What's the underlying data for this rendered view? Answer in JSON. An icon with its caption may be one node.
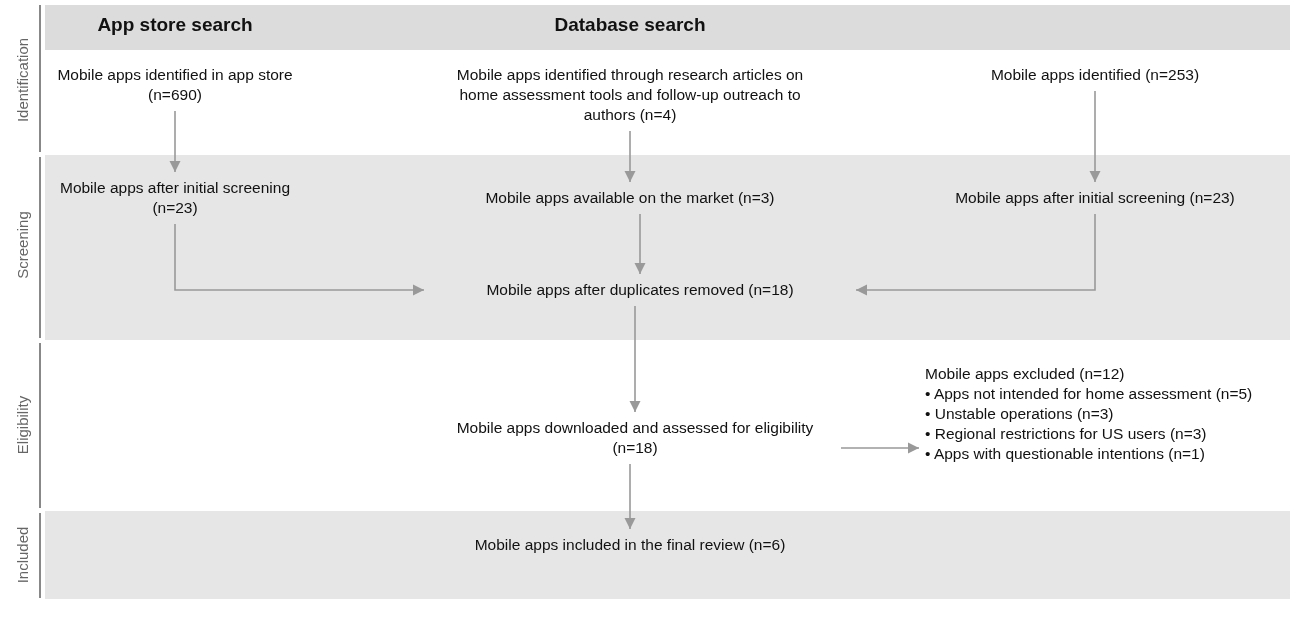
{
  "diagram": {
    "nodes": [
      {
        "text": [
          "Mobile apps identified in app store (n=690)"
        ]
      },
      {
        "text": [
          "Mobile apps identified through research articles on home assessment tools and follow-up outreach to authors (n=4)"
        ]
      },
      {
        "text": [
          "Mobile apps identified (n=253)"
        ]
      },
      {
        "text": [
          "Mobile apps after initial screening (n=23)"
        ]
      },
      {
        "text": [
          "Mobile apps available on the market (n=3)"
        ]
      },
      {
        "text": [
          "Mobile apps after initial screening (n=23)"
        ]
      },
      {
        "text": [
          "Mobile apps after duplicates removed (n=18)"
        ]
      },
      {
        "text": [
          "Mobile apps downloaded and assessed for eligibility (n=18)"
        ]
      },
      {
        "text": [
          "Mobile apps excluded (n=12)",
          "• Apps not intended for home assessment (n=5)",
          "• Unstable operations (n=3)",
          "• Regional restrictions for US users (n=3)",
          "• Apps with questionable intentions (n=1)"
        ]
      },
      {
        "text": [
          "Mobile apps included in the final review (n=6)"
        ]
      }
    ],
    "edges": [
      {
        "from": 0,
        "to": 3,
        "arrow": "to"
      },
      {
        "from": 1,
        "to": 4,
        "arrow": "to"
      },
      {
        "from": 2,
        "to": 5,
        "arrow": "to"
      },
      {
        "from": 3,
        "to": 6,
        "arrow": "to"
      },
      {
        "from": 4,
        "to": 6,
        "arrow": "to"
      },
      {
        "from": 5,
        "to": 6,
        "arrow": "to"
      },
      {
        "from": 6,
        "to": 7,
        "arrow": "to"
      },
      {
        "from": 7,
        "to": 8,
        "arrow": "to"
      },
      {
        "from": 7,
        "to": 9,
        "arrow": "to"
      }
    ],
    "labels": [
      "App store search",
      "Database search",
      "Identification",
      "Screening",
      "Eligibility",
      "Included"
    ]
  }
}
